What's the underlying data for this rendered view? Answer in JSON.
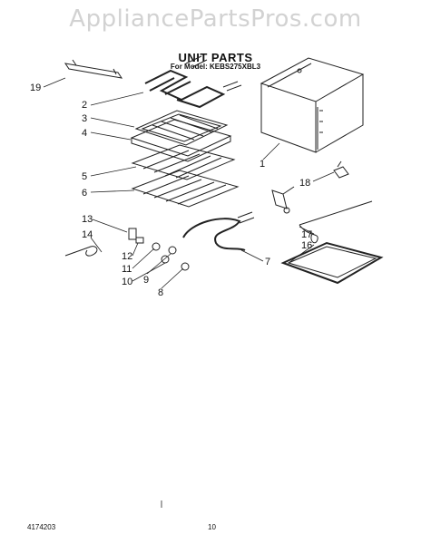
{
  "watermark": "AppliancePartsPros.com",
  "title": "UNIT PARTS",
  "subtitle": "For Model: KEBS275XBL3",
  "doc_number": "4174203",
  "page_number": "10",
  "callouts": [
    "19",
    "2",
    "3",
    "4",
    "5",
    "6",
    "1",
    "18",
    "13",
    "14",
    "12",
    "11",
    "10",
    "9",
    "8",
    "17",
    "16",
    "7"
  ]
}
